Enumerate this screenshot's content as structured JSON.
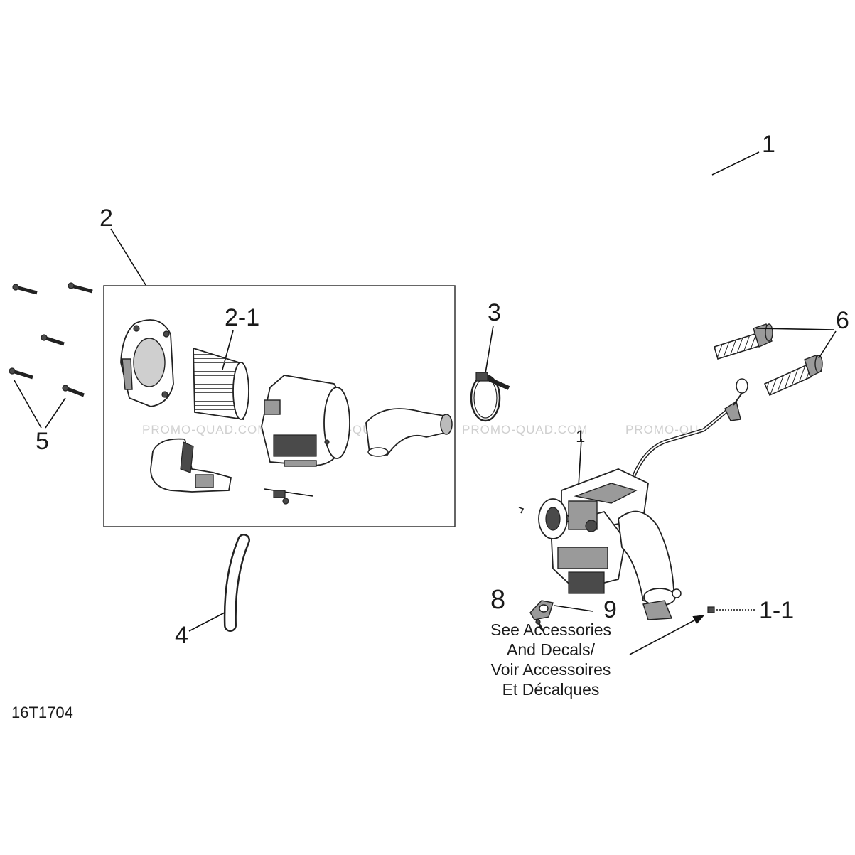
{
  "diagram_code": "16T1704",
  "watermarks": [
    "PROMO-QUAD.COM",
    "PROMO-QUAD.COM",
    "PROMO-QUAD.COM",
    "PROMO-QU."
  ],
  "callouts": {
    "c1_top": "1",
    "c1_body": "1",
    "c1_1": "1-1",
    "c2": "2",
    "c2_1": "2-1",
    "c3": "3",
    "c4": "4",
    "c5": "5",
    "c6": "6",
    "c8": "8",
    "c9": "9"
  },
  "note_lines": [
    "See Accessories",
    "And Decals/",
    "Voir Accessoires",
    "Et Décalques"
  ]
}
